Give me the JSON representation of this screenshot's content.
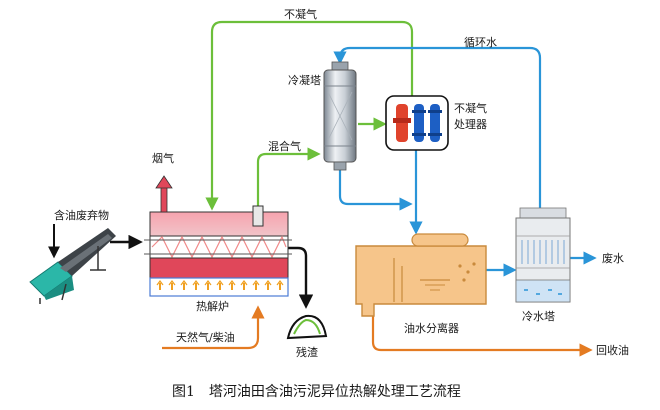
{
  "labels": {
    "non_condensable_gas_top": "不凝气",
    "circulating_water": "循环水",
    "condenser": "冷凝塔",
    "nc_gas_processor_line1": "不凝气",
    "nc_gas_processor_line2": "处理器",
    "mixed_gas": "混合气",
    "flue_gas": "烟气",
    "oily_waste": "含油废弃物",
    "pyrolysis_furnace": "热解炉",
    "natural_gas_diesel": "天然气/柴油",
    "residue": "残渣",
    "oil_water_separator": "油水分离器",
    "cooling_tower": "冷水塔",
    "waste_water": "废水",
    "recovered_oil": "回收油"
  },
  "caption": "图1　塔河油田含油污泥异位热解处理工艺流程",
  "colors": {
    "green_line": "#6cbf3a",
    "blue_line": "#2a95d8",
    "orange_line": "#e47b22",
    "black_line": "#111111",
    "furnace_red": "#e0475a",
    "separator_fill": "#f6c58a",
    "separator_stroke": "#c98a3c"
  }
}
